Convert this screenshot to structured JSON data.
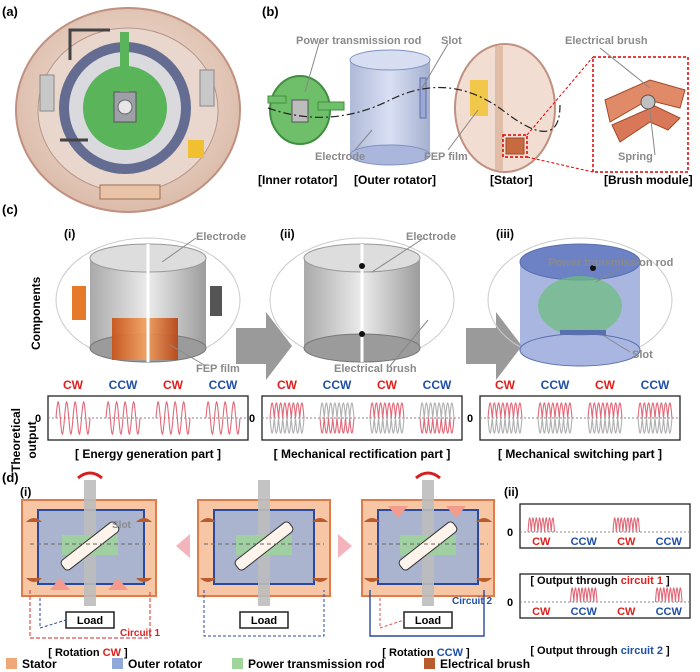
{
  "panel_a": {
    "letter": "(a)"
  },
  "panel_b": {
    "letter": "(b)",
    "callouts": {
      "power_rod": "Power transmission rod",
      "slot": "Slot",
      "electrical_brush": "Electrical brush",
      "electrode": "Electrode",
      "fep_film": "FEP film",
      "spring": "Spring"
    },
    "captions": [
      "[Inner rotator]",
      "[Outer rotator]",
      "[Stator]",
      "[Brush module]"
    ]
  },
  "panel_c": {
    "letter": "(c)",
    "row_label_top": "Components",
    "row_label_bottom_1": "Theoretical",
    "row_label_bottom_2": "output",
    "columns": [
      {
        "roman": "(i)",
        "callouts": [
          "Electrode",
          "FEP film"
        ],
        "signal": [
          "CW",
          "CCW",
          "CW",
          "CCW"
        ],
        "zero": "0",
        "caption": "[ Energy generation part ]"
      },
      {
        "roman": "(ii)",
        "callouts": [
          "Electrode",
          "Electrical brush"
        ],
        "signal": [
          "CW",
          "CCW",
          "CW",
          "CCW"
        ],
        "zero": "0",
        "caption": "[ Mechanical rectification part ]"
      },
      {
        "roman": "(iii)",
        "callouts": [
          "Power transmission rod",
          "Slot"
        ],
        "signal": [
          "CW",
          "CCW",
          "CW",
          "CCW"
        ],
        "zero": "0",
        "caption": "[ Mechanical switching part ]"
      }
    ]
  },
  "panel_d": {
    "letter": "(d)",
    "sub_i": "(i)",
    "sub_ii": "(ii)",
    "slot_label": "Slot",
    "load_label": "Load",
    "circuit1": "Circuit 1",
    "circuit2": "Circuit 2",
    "rotation_left_prefix": "[ Rotation ",
    "rotation_left_dir": "CW",
    "rotation_left_suffix": " ]",
    "rotation_right_prefix": "[ Rotation ",
    "rotation_right_dir": "CCW",
    "rotation_right_suffix": " ]",
    "graph1": {
      "zero": "0",
      "labels": [
        "CW",
        "CCW",
        "CW",
        "CCW"
      ],
      "caption_prefix": "[ Output through ",
      "caption_highlight": "circuit 1",
      "caption_suffix": " ]"
    },
    "graph2": {
      "zero": "0",
      "labels": [
        "CW",
        "CCW",
        "CW",
        "CCW"
      ],
      "caption_prefix": "[ Output through ",
      "caption_highlight": "circuit 2",
      "caption_suffix": " ]"
    }
  },
  "legend": [
    {
      "label": "Stator",
      "color": "#f0a878"
    },
    {
      "label": "Outer rotator",
      "color": "#8fa8d8"
    },
    {
      "label": "Power transmission rod",
      "color": "#9fd49a"
    },
    {
      "label": "Electrical brush",
      "color": "#b85c2e"
    }
  ],
  "colors": {
    "cw": "#e0201c",
    "ccw": "#1f4fa8",
    "signal": "#e06a7a",
    "signal_gray": "#b0b0b0"
  }
}
